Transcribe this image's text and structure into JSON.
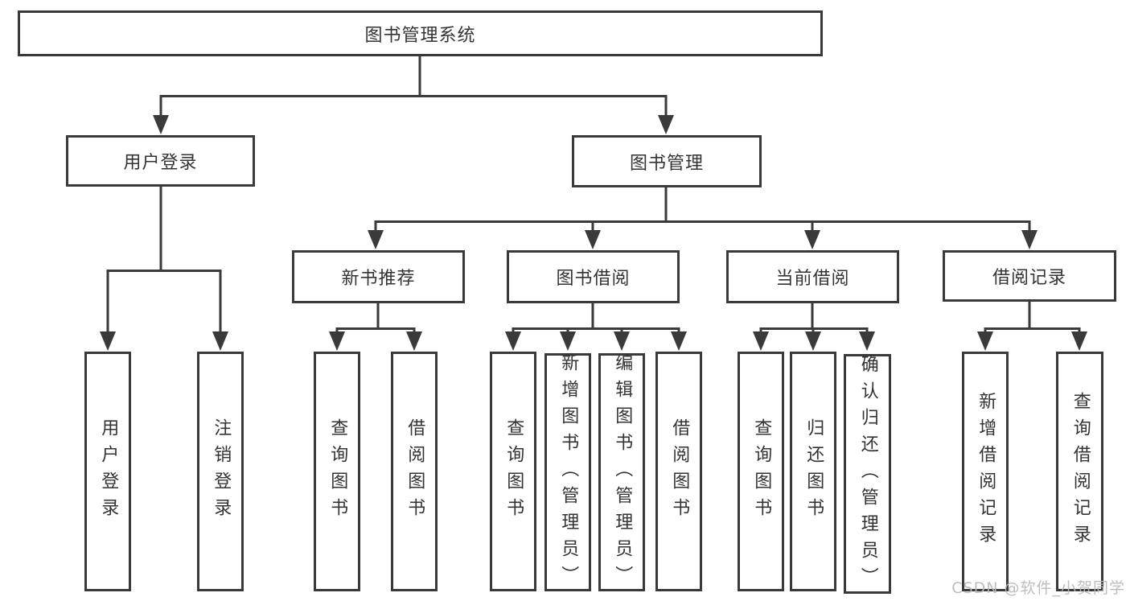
{
  "diagram": {
    "tree": {
      "root": {
        "label": "图书管理系统"
      },
      "branches": [
        {
          "label": "用户登录",
          "children": [
            {
              "label": "用户登录"
            },
            {
              "label": "注销登录"
            }
          ]
        },
        {
          "label": "图书管理",
          "children": [
            {
              "label": "新书推荐",
              "children": [
                {
                  "label": "查询图书"
                },
                {
                  "label": "借阅图书"
                }
              ]
            },
            {
              "label": "图书借阅",
              "children": [
                {
                  "label": "查询图书"
                },
                {
                  "label": "新增图书（管理员）"
                },
                {
                  "label": "编辑图书（管理员）"
                },
                {
                  "label": "借阅图书"
                }
              ]
            },
            {
              "label": "当前借阅",
              "children": [
                {
                  "label": "查询图书"
                },
                {
                  "label": "归还图书"
                },
                {
                  "label": "确认归还（管理员）"
                }
              ]
            },
            {
              "label": "借阅记录",
              "children": [
                {
                  "label": "新增借阅记录"
                },
                {
                  "label": "查询借阅记录"
                }
              ]
            }
          ]
        }
      ]
    },
    "watermark": "CSDN @软件_小贺同学",
    "colors": {
      "line": "#3a3a3a",
      "box_border": "#3a3a3a",
      "text": "#333333",
      "background": "#ffffff",
      "watermark": "#b6b8bb"
    }
  }
}
